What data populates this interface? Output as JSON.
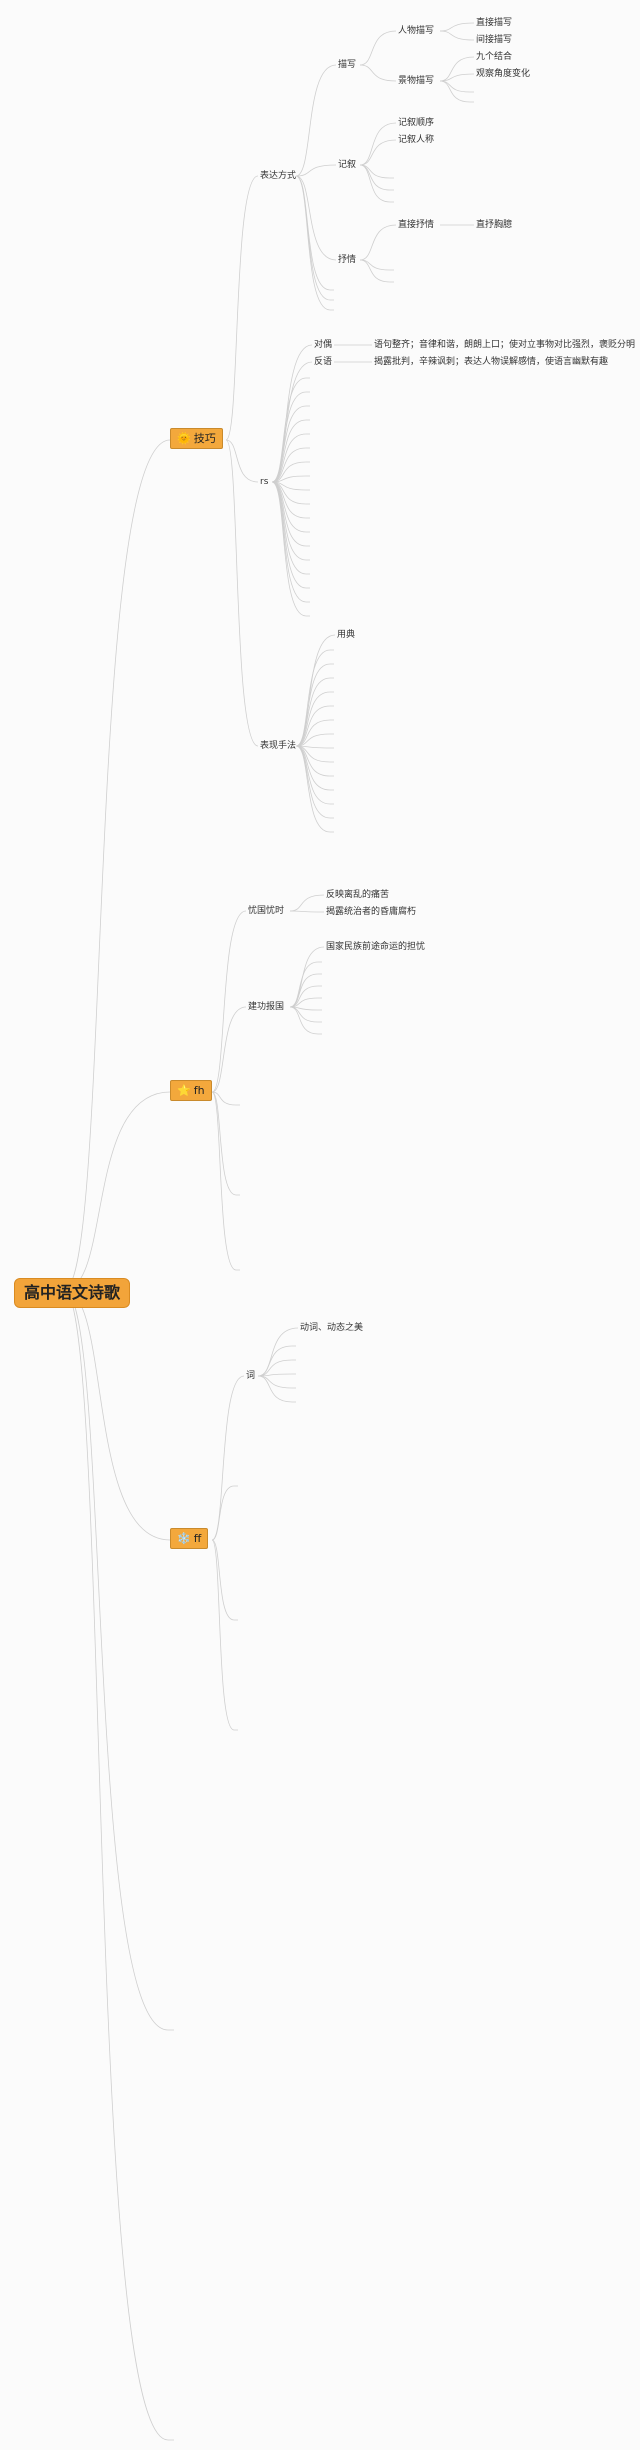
{
  "root": {
    "label": "高中语文诗歌"
  },
  "branches": [
    {
      "label": "技巧",
      "icon": "sun-icon",
      "glyph": "🌞",
      "children": [
        {
          "label": "表达方式",
          "children": [
            {
              "label": "描写",
              "children": [
                {
                  "label": "人物描写",
                  "children": [
                    {
                      "label": "直接描写"
                    },
                    {
                      "label": "间接描写"
                    }
                  ]
                },
                {
                  "label": "景物描写",
                  "children": [
                    {
                      "label": "九个结合"
                    },
                    {
                      "label": "观察角度变化"
                    }
                  ]
                }
              ]
            },
            {
              "label": "记叙",
              "children": [
                {
                  "label": "记叙顺序"
                },
                {
                  "label": "记叙人称"
                }
              ]
            },
            {
              "label": "抒情",
              "children": [
                {
                  "label": "直接抒情",
                  "children": [
                    {
                      "label": "直抒胸臆"
                    }
                  ]
                }
              ]
            }
          ]
        },
        {
          "label": "rs",
          "children": [
            {
              "label": "对偶",
              "note": "语句整齐；音律和谐，朗朗上口；使对立事物对比强烈，褒贬分明"
            },
            {
              "label": "反语",
              "note": "揭露批判，辛辣讽刺；表达人物误解感情，使语言幽默有趣"
            }
          ]
        },
        {
          "label": "表现手法",
          "children": [
            {
              "label": "用典"
            }
          ]
        }
      ]
    },
    {
      "label": "fh",
      "icon": "star-icon",
      "glyph": "⭐",
      "children": [
        {
          "label": "忧国忧时",
          "children": [
            {
              "label": "反映离乱的痛苦"
            },
            {
              "label": "揭露统治者的昏庸腐朽"
            }
          ]
        },
        {
          "label": "建功报国",
          "children": [
            {
              "label": "国家民族前途命运的担忧"
            }
          ]
        }
      ]
    },
    {
      "label": "ff",
      "icon": "snowflake-icon",
      "glyph": "❄️",
      "children": [
        {
          "label": "词",
          "children": [
            {
              "label": "动词、动态之美"
            }
          ]
        }
      ]
    }
  ]
}
